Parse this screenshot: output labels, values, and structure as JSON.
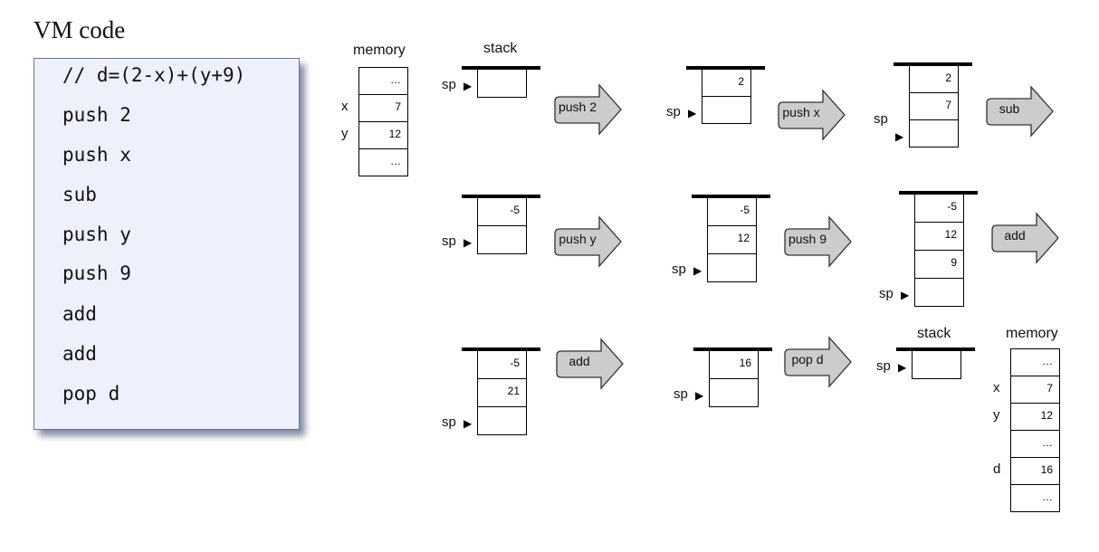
{
  "title": "VM code",
  "code": [
    "// d=(2-x)+(y+9)",
    "push 2",
    "push x",
    "sub",
    "push y",
    "push 9",
    "add",
    "add",
    "pop d"
  ],
  "memory_initial": {
    "heading": "memory",
    "cells": [
      "…",
      "7",
      "12",
      "…"
    ],
    "labels": [
      "",
      "x",
      "y",
      ""
    ]
  },
  "memory_final": {
    "heading": "memory",
    "cells": [
      "…",
      "7",
      "12",
      "…",
      "16",
      "…"
    ],
    "labels": [
      "",
      "x",
      "y",
      "",
      "d",
      ""
    ]
  },
  "stack_heading_top": "stack",
  "stack_heading_bottom": "stack",
  "sp_label": "sp",
  "operations": [
    "push 2",
    "push x",
    "sub",
    "push y",
    "push 9",
    "add",
    "add",
    "pop d"
  ],
  "stacks": [
    [],
    [
      "2"
    ],
    [
      "2",
      "7"
    ],
    [
      "-5"
    ],
    [
      "-5",
      "12"
    ],
    [
      "-5",
      "12",
      "9"
    ],
    [
      "-5",
      "21"
    ],
    [
      "16"
    ],
    []
  ],
  "colors": {
    "arrow_fill": "#cccccc",
    "code_bg": "#eef0fb",
    "code_border": "#6b7391"
  }
}
